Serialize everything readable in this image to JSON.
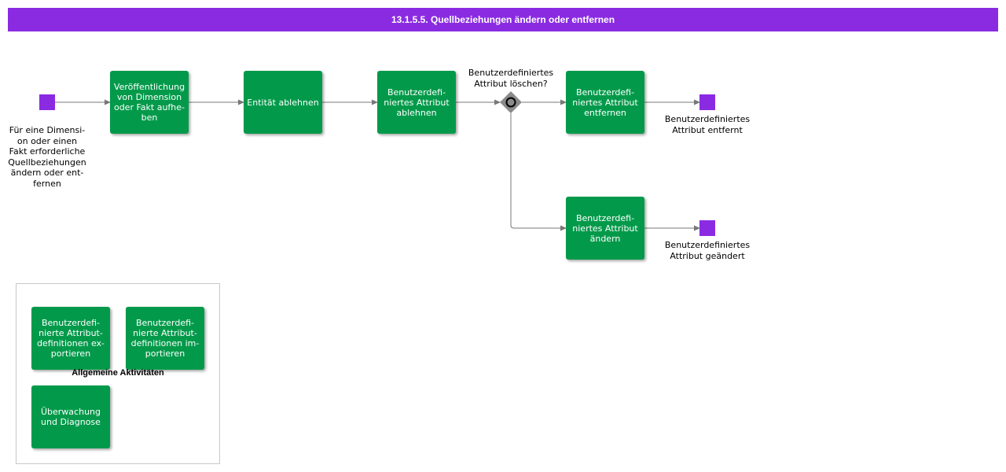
{
  "title": "13.1.5.5. Quellbeziehungen ändern oder entfernen",
  "start_event": {
    "label": "Für eine Dimensi-\non oder einen\nFakt erforderliche\nQuellbeziehungen\nändern oder ent-\nfernen"
  },
  "tasks": {
    "t1": "Veröffentlichung\nvon Dimension\noder Fakt aufhe-\nben",
    "t2": "Entität ablehnen",
    "t3": "Benutzerdefi-\nniertes Attribut\nablehnen",
    "t4": "Benutzerdefi-\nniertes Attribut\nentfernen",
    "t5": "Benutzerdefi-\nniertes Attribut\nändern"
  },
  "gateway": {
    "label": "Benutzerdefiniertes\nAttribut löschen?"
  },
  "end_events": {
    "e1": "Benutzerdefiniertes\nAttribut entfernt",
    "e2": "Benutzerdefiniertes\nAttribut geändert"
  },
  "group": {
    "label": "Allgemeine Aktivitäten",
    "tasks": {
      "g1": "Benutzerdefi-\nnierte Attribut-\ndefinitionen ex-\nportieren",
      "g2": "Benutzerdefi-\nnierte Attribut-\ndefinitionen im-\nportieren",
      "g3": "Überwachung\nund Diagnose"
    }
  },
  "colors": {
    "accent": "#8a2be2",
    "task": "#029a4a",
    "connector": "#777777",
    "gateway": "#8a8a8a"
  }
}
